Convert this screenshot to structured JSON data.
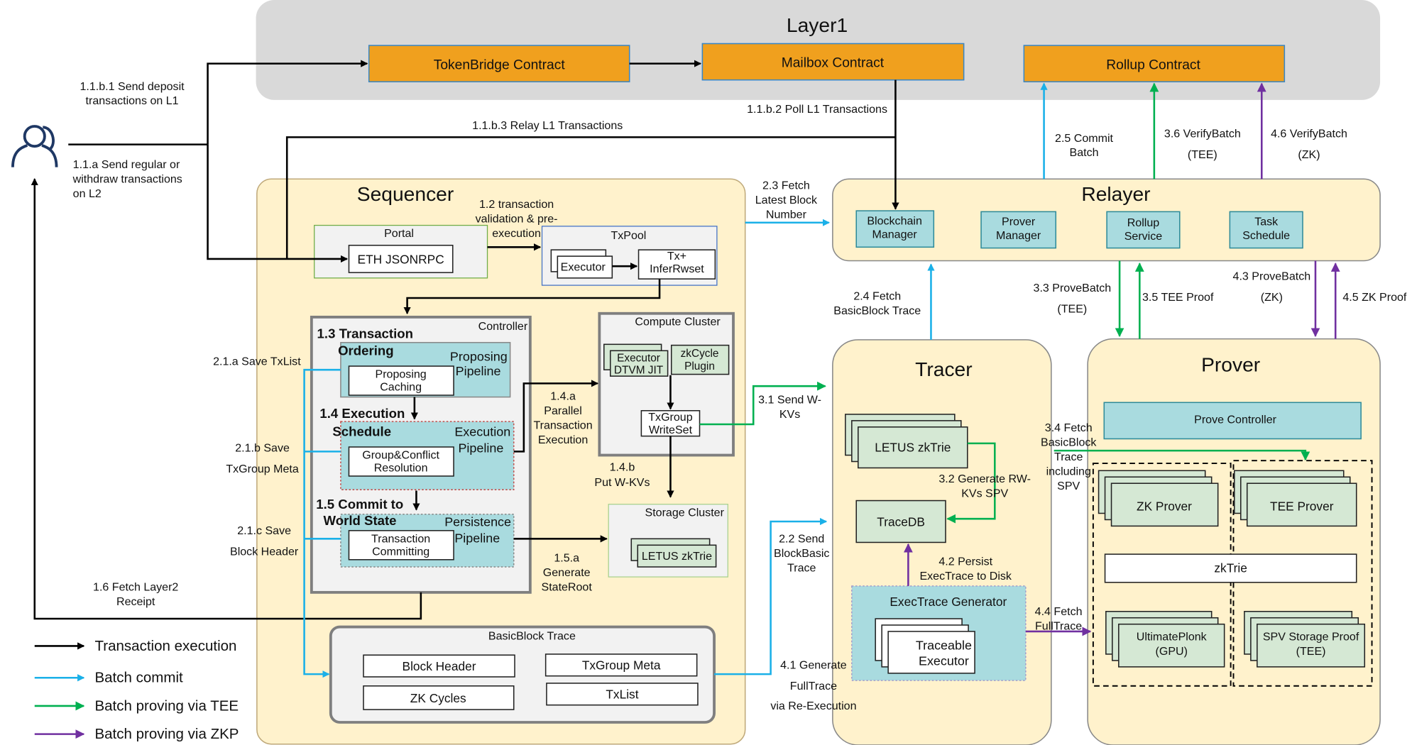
{
  "layer1": {
    "title": "Layer1",
    "token_bridge": "TokenBridge Contract",
    "mailbox": "Mailbox Contract",
    "rollup": "Rollup Contract"
  },
  "user_icon": "user-icon",
  "edges": {
    "e111b1": [
      "1.1.b.1 Send deposit",
      "transactions on L1"
    ],
    "e111a": [
      "1.1.a Send regular or",
      "withdraw transactions",
      "on L2"
    ],
    "e111b3": "1.1.b.3 Relay L1 Transactions",
    "e111b2": "1.1.b.2 Poll L1 Transactions",
    "e12": [
      "1.2 transaction",
      "validation  & pre-",
      "execution"
    ],
    "e14a": [
      "1.4.a",
      "Parallel",
      "Transaction",
      "Execution"
    ],
    "e14b": [
      "1.4.b",
      "Put W-KVs"
    ],
    "e15a": [
      "1.5.a",
      "Generate",
      "StateRoot"
    ],
    "e16": [
      "1.6 Fetch Layer2",
      "Receipt"
    ],
    "e21a": "2.1.a  Save TxList",
    "e21b": [
      "2.1.b Save",
      "TxGroup  Meta"
    ],
    "e21c": [
      "2.1.c Save",
      "Block Header"
    ],
    "e22": [
      "2.2 Send",
      "BlockBasic",
      "Trace"
    ],
    "e23": [
      "2.3 Fetch",
      "Latest Block",
      "Number"
    ],
    "e24": [
      "2.4 Fetch",
      "BasicBlock Trace"
    ],
    "e25": [
      "2.5 Commit",
      "Batch"
    ],
    "e31": [
      "3.1 Send W-",
      "KVs"
    ],
    "e32": [
      "3.2 Generate  RW-",
      "KVs SPV"
    ],
    "e33": [
      "3.3 ProveBatch",
      "(TEE)"
    ],
    "e34": [
      "3.4 Fetch",
      "BasicBlock",
      "Trace",
      "including",
      "SPV"
    ],
    "e35": "3.5 TEE Proof",
    "e36": [
      "3.6 VerifyBatch",
      "(TEE)"
    ],
    "e41": [
      "4.1 Generate",
      "FullTrace",
      "via Re-Execution"
    ],
    "e42": [
      "4.2 Persist",
      "ExecTrace to Disk"
    ],
    "e43": [
      "4.3 ProveBatch",
      "(ZK)"
    ],
    "e44": [
      "4.4 Fetch",
      "FullTrace"
    ],
    "e45": "4.5 ZK Proof",
    "e46": [
      "4.6 VerifyBatch",
      "(ZK)"
    ]
  },
  "sequencer": {
    "title": "Sequencer",
    "portal": "Portal",
    "eth_jsonrpc": "ETH JSONRPC",
    "txpool": "TxPool",
    "executor": "Executor",
    "infer": [
      "Tx+",
      "InferRwset"
    ],
    "controller": "Controller",
    "s13": [
      "1.3 Transaction",
      "Ordering"
    ],
    "proposing_pipeline": [
      "Proposing",
      "Pipeline"
    ],
    "proposing_caching": [
      "Proposing",
      "Caching"
    ],
    "s14": [
      "1.4 Execution",
      "Schedule"
    ],
    "execution_pipeline": [
      "Execution",
      "Pipeline"
    ],
    "group_conflict": [
      "Group&Conflict",
      "Resolution"
    ],
    "s15": [
      "1.5 Commit to",
      "World State"
    ],
    "persistence_pipeline": [
      "Persistence",
      "Pipeline"
    ],
    "tx_committing": [
      "Transaction",
      "Committing"
    ],
    "compute_cluster": "Compute  Cluster",
    "executor_dtvm": [
      "Executor",
      "DTVM JIT"
    ],
    "zkcycle": [
      "zkCycle",
      "Plugin"
    ],
    "txgroup_writeset": [
      "TxGroup",
      "WriteSet"
    ],
    "storage_cluster": "Storage Cluster",
    "letus": "LETUS zkTrie",
    "basicblock": {
      "title": "BasicBlock Trace",
      "block_header": "Block Header",
      "txgroup_meta": "TxGroup Meta",
      "zk_cycles": "ZK Cycles",
      "txlist": "TxList"
    }
  },
  "relayer": {
    "title": "Relayer",
    "blockchain_manager": [
      "Blockchain",
      "Manager"
    ],
    "prover_manager": [
      "Prover",
      "Manager"
    ],
    "rollup_service": [
      "Rollup",
      "Service"
    ],
    "task_schedule": [
      "Task",
      "Schedule"
    ]
  },
  "tracer": {
    "title": "Tracer",
    "letus": "LETUS  zkTrie",
    "tracedb": "TraceDB",
    "exectrace_generator": "ExecTrace Generator",
    "traceable_executor": [
      "Traceable",
      "Executor"
    ]
  },
  "prover": {
    "title": "Prover",
    "prove_controller": "Prove Controller",
    "zk_prover": "ZK Prover",
    "tee_prover": "TEE Prover",
    "zktrie": "zkTrie",
    "ultimateplonk": [
      "UltimatePlonk",
      "(GPU)"
    ],
    "spv_storage": [
      "SPV Storage  Proof",
      "(TEE)"
    ]
  },
  "legend": [
    {
      "label": "Transaction execution",
      "color": "#000000"
    },
    {
      "label": "Batch commit",
      "color": "#1ab0e8"
    },
    {
      "label": "Batch proving via TEE",
      "color": "#00b050"
    },
    {
      "label": "Batch proving via ZKP",
      "color": "#7030a0"
    }
  ]
}
